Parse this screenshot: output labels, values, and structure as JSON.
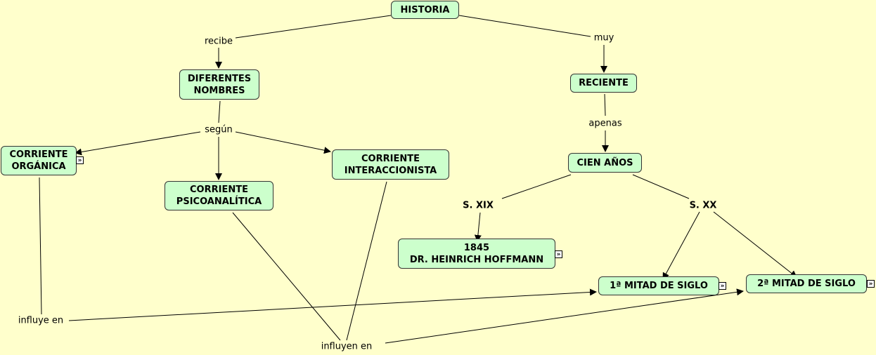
{
  "concepts": {
    "historia": "HISTORIA",
    "diferentes_nombres": "DIFERENTES\nNOMBRES",
    "reciente": "RECIENTE",
    "corriente_organica": "CORRIENTE\nORGÁNICA",
    "corriente_psicoanalitica": "CORRIENTE\nPSICOANALÍTICA",
    "corriente_interaccionista": "CORRIENTE\nINTERACCIONISTA",
    "cien_anos": "CIEN AÑOS",
    "hoffmann": "1845\nDR. HEINRICH HOFFMANN",
    "primera_mitad": "1ª MITAD DE SIGLO",
    "segunda_mitad": "2ª MITAD DE SIGLO"
  },
  "linking_phrases": {
    "recibe": "recibe",
    "muy": "muy",
    "segun": "según",
    "apenas": "apenas",
    "s_xix": "S. XIX",
    "s_xx": "S. XX",
    "influye_en": "influye en",
    "influyen_en": "influyen en"
  },
  "resource_icon": "»",
  "colors": {
    "background": "#ffffcc",
    "concept_fill": "#ccffcc"
  }
}
